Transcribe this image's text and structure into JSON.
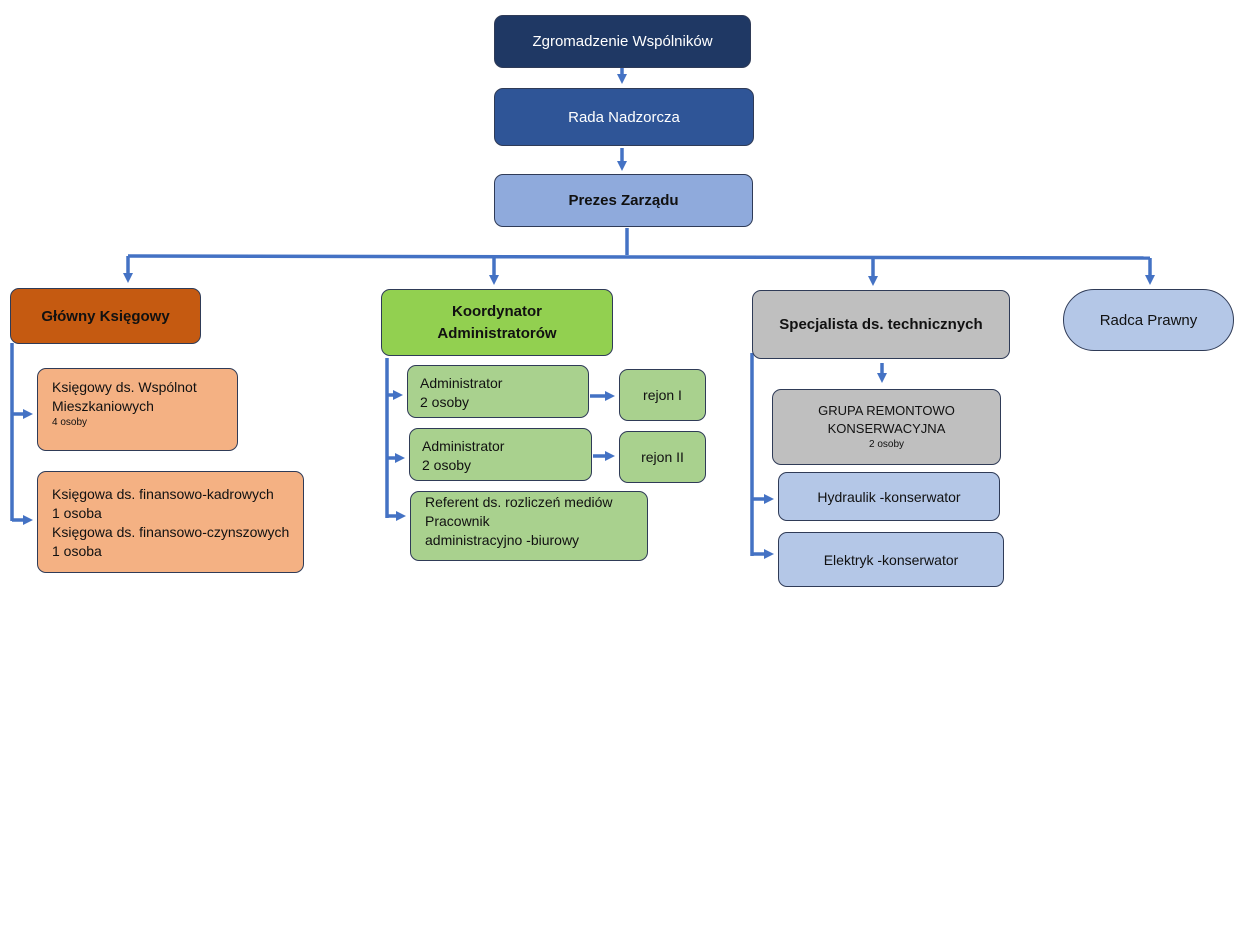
{
  "colors": {
    "top": "#1f3864",
    "rada": "#2f5597",
    "prezes": "#8faadc",
    "ksiegowy_main": "#c55a11",
    "ksiegowy_sub": "#f4b183",
    "koordynator": "#92d050",
    "admin_sub": "#a9d18e",
    "tech_main": "#bfbfbf",
    "tech_sub": "#b4c7e7",
    "radca": "#b4c7e7",
    "connector": "#4472c4"
  },
  "nodes": {
    "zgromadzenie": "Zgromadzenie Wspólników",
    "rada": "Rada Nadzorcza",
    "prezes": "Prezes Zarządu",
    "ksiegowy": "Główny Księgowy",
    "koordynator": {
      "line1": "Koordynator",
      "line2": "Administratorów"
    },
    "specjalista": "Specjalista ds. technicznych",
    "radca": "Radca Prawny"
  },
  "ksiegowosc": {
    "wspolnoty": {
      "line1": "Księgowy ds. Wspólnot",
      "line2": "Mieszkaniowych",
      "count": "4 osoby"
    },
    "finanse": {
      "line1": "Księgowa ds. finansowo-kadrowych",
      "line2": "1 osoba",
      "line3": "Księgowa ds. finansowo-czynszowych",
      "line4": "1 osoba"
    }
  },
  "administracja": {
    "admin1": {
      "title": "Administrator",
      "count": "2 osoby",
      "region": "rejon I"
    },
    "admin2": {
      "title": "Administrator",
      "count": "2 osoby",
      "region": "rejon II"
    },
    "referent": {
      "line1": "Referent ds. rozliczeń mediów",
      "line2": "Pracownik",
      "line3": "administracyjno -biurowy"
    }
  },
  "techniczne": {
    "grupa": {
      "line1": "GRUPA REMONTOWO",
      "line2": "KONSERWACYJNA",
      "count": "2 osoby"
    },
    "hydraulik": "Hydraulik -konserwator",
    "elektryk": "Elektryk -konserwator"
  }
}
